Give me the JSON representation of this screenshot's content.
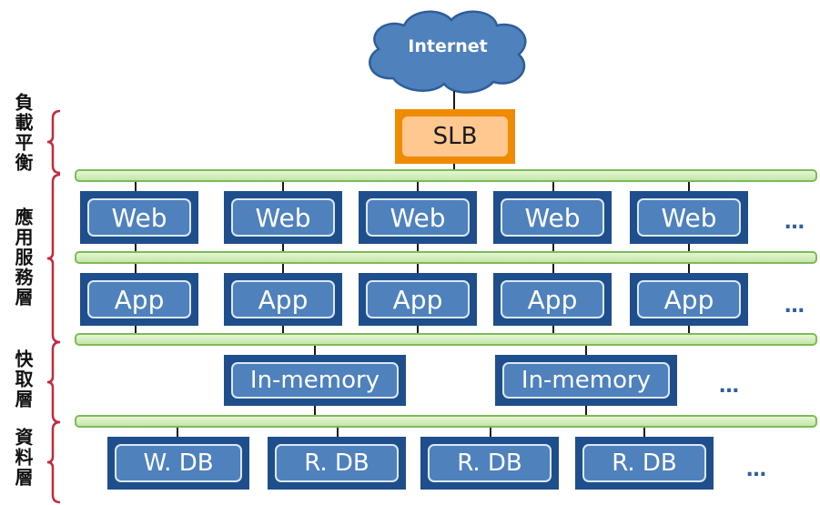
{
  "internet": {
    "label": "Internet"
  },
  "slb": {
    "label": "SLB"
  },
  "layers": {
    "load_balance": "負載平衡",
    "app_service": "應用服務層",
    "cache": "快取層",
    "data": "資料層"
  },
  "web_servers": [
    "Web",
    "Web",
    "Web",
    "Web",
    "Web"
  ],
  "app_servers": [
    "App",
    "App",
    "App",
    "App",
    "App"
  ],
  "cache_servers": [
    "In-memory",
    "In-memory"
  ],
  "databases": [
    "W. DB",
    "R. DB",
    "R. DB",
    "R. DB"
  ],
  "more": "…",
  "colors": {
    "server_outer": "#1f4e8c",
    "server_inner": "#4f81bd",
    "slb_outer": "#f08a00",
    "slb_inner": "#ffc890",
    "bus_fill": "#d4efbe",
    "bus_border": "#7cbb58",
    "cloud": "#4f81bd"
  }
}
